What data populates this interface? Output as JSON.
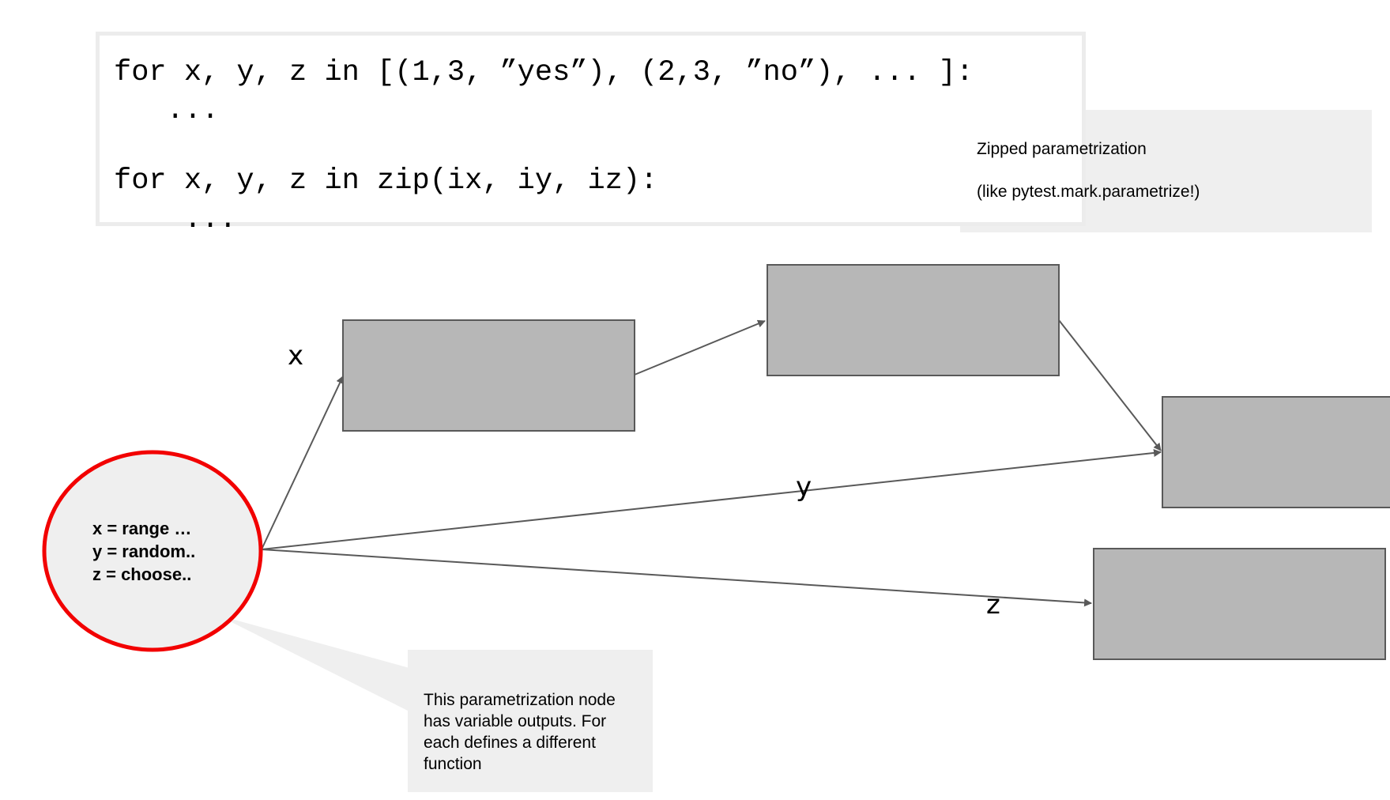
{
  "code": {
    "lines": [
      "for x, y, z in [(1,3, ”yes”), (2,3, ”no”), ... ]:",
      "   ...",
      "for x, y, z in zip(ix, iy, iz):",
      "    ..."
    ]
  },
  "callouts": {
    "zipped_title": "Zipped parametrization",
    "zipped_note": "(like pytest.mark.parametrize!)",
    "node_note": "This parametrization node has variable outputs. For each defines a different function"
  },
  "param_node": {
    "line_x": "x = range …",
    "line_y": "y = random..",
    "line_z": "z = choose.."
  },
  "edge_labels": {
    "x": "x",
    "y": "y",
    "z": "z"
  },
  "colors": {
    "box_fill": "#b7b7b7",
    "box_stroke": "#595959",
    "node_stroke": "#f20000",
    "node_fill": "#efefef",
    "callout_fill": "#efefef",
    "arrow": "#595959"
  }
}
